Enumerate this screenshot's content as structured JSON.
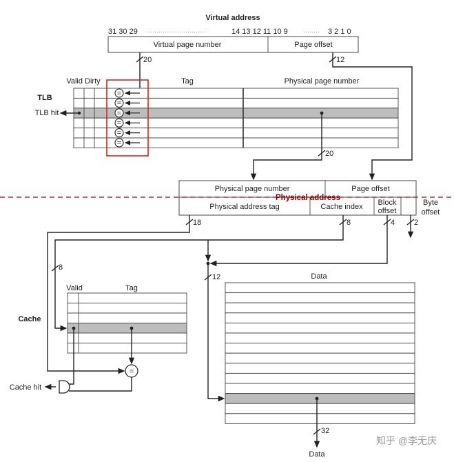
{
  "virtual_address": {
    "title": "Virtual address",
    "bits_left": "31  30  29",
    "bits_dots1": "·····························",
    "bits_mid": "14  13  12  11  10  9",
    "bits_dots2": "········",
    "bits_right": "3  2  1  0",
    "vpn_label": "Virtual page number",
    "offset_label": "Page offset",
    "vpn_width": "20",
    "offset_width": "12"
  },
  "tlb": {
    "label": "TLB",
    "hit_label": "TLB hit",
    "col_valid_dirty": "Valid Dirty",
    "col_tag": "Tag",
    "col_ppn": "Physical page number",
    "comparator_symbol": "=",
    "ppn_width": "20",
    "rows": 6,
    "selected_row": 2,
    "highlight_color": "#e02020"
  },
  "physical_address": {
    "title": "Physical address",
    "ppn_label": "Physical page number",
    "offset_label": "Page offset",
    "tag_label": "Physical address tag",
    "index_label": "Cache index",
    "block_offset_label_1": "Block",
    "block_offset_label_2": "offset",
    "byte_offset_label_1": "Byte",
    "byte_offset_label_2": "offset",
    "tag_width": "18",
    "index_width": "8",
    "block_width": "4",
    "byte_width": "2",
    "divider_color": "#cc2222",
    "title_color": "#8b0000"
  },
  "cache": {
    "label": "Cache",
    "col_valid": "Valid",
    "col_tag": "Tag",
    "hit_label": "Cache hit",
    "index_width": "8",
    "comparator_symbol": "=",
    "rows": 6,
    "selected_row": 3
  },
  "data_array": {
    "label": "Data",
    "output_label": "Data",
    "addr_width": "12",
    "output_width": "32",
    "rows": 14,
    "selected_row": 11
  },
  "watermark": "知乎 @李无庆"
}
